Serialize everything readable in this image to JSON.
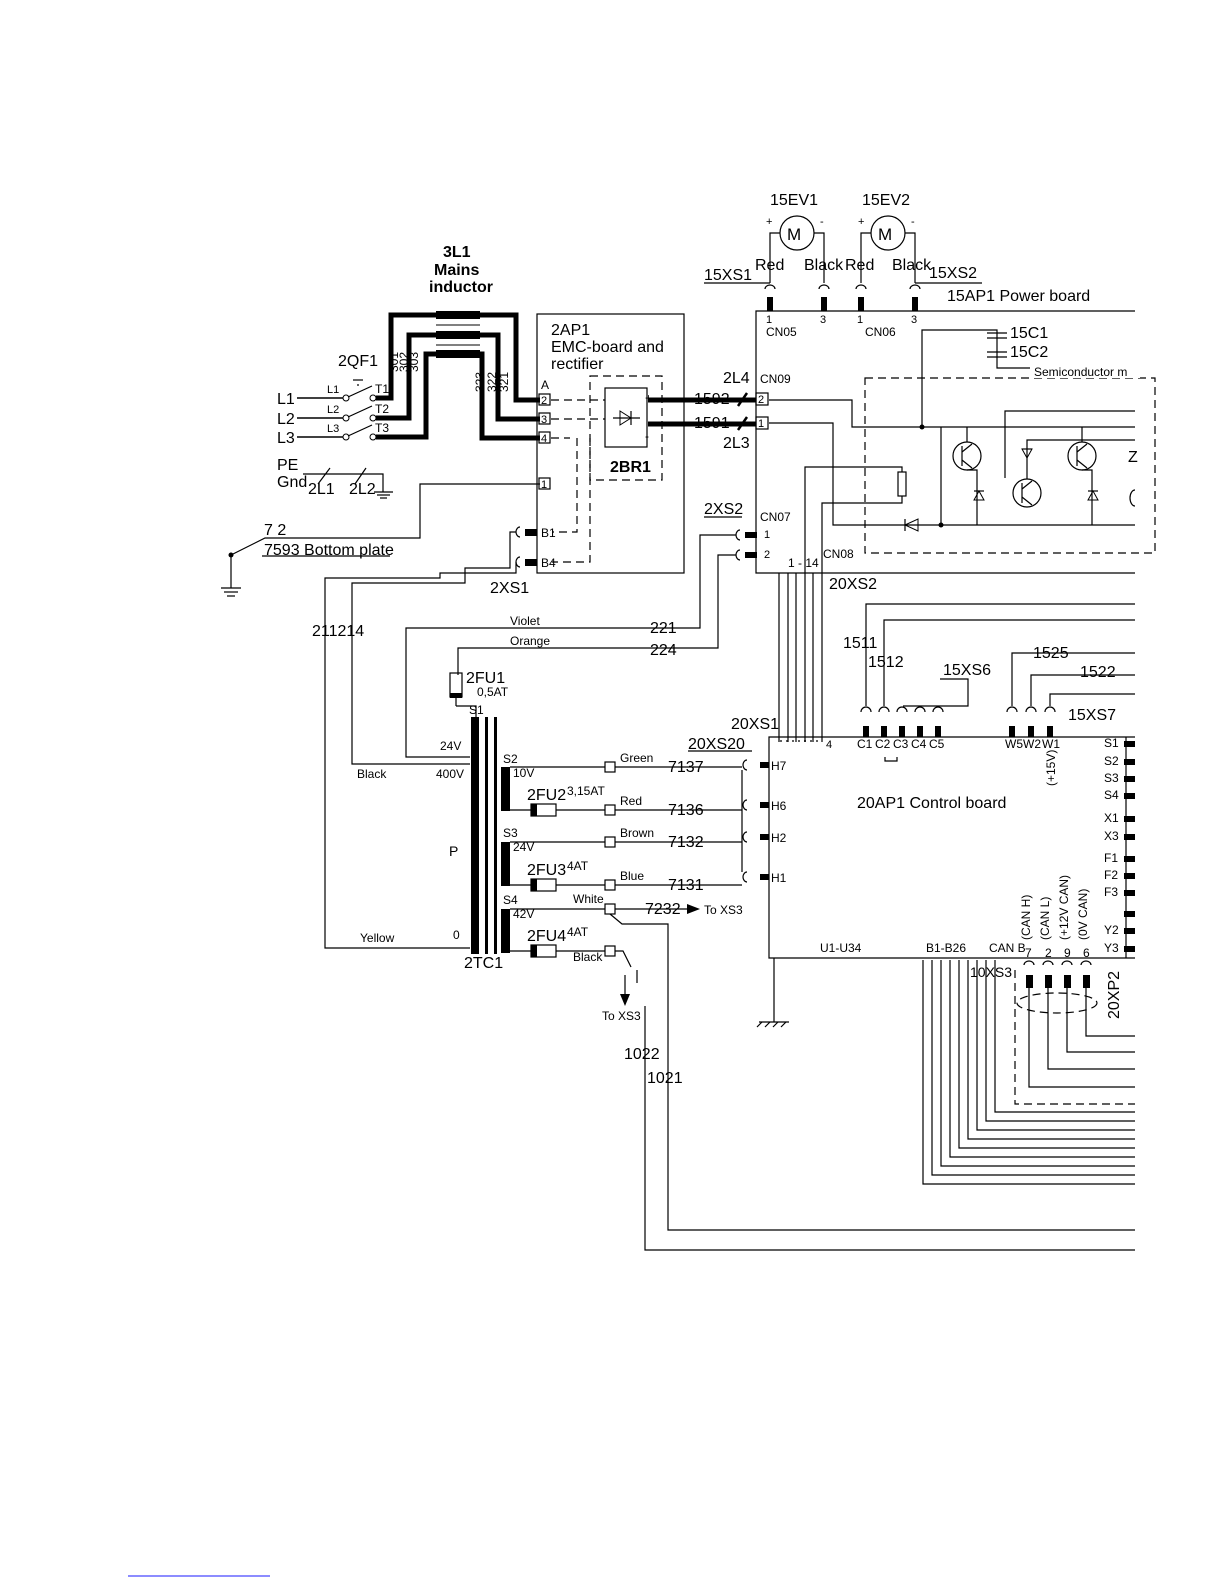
{
  "inductor": {
    "ref": "3L1",
    "line1": "Mains",
    "line2": "inductor",
    "wires_in": [
      "301",
      "302",
      "303"
    ],
    "wires_out": [
      "323",
      "322",
      "321"
    ]
  },
  "breaker": {
    "ref": "2QF1",
    "inputs": [
      "L1",
      "L2",
      "L3"
    ],
    "poles_in": [
      "L1",
      "L2",
      "L3"
    ],
    "poles_out": [
      "T1",
      "T2",
      "T3"
    ]
  },
  "ground": {
    "pe": "PE",
    "gnd": "Gnd",
    "refs": [
      "2L1",
      "2L2"
    ],
    "bottom_ref": "7  2",
    "bottom_plate": "7593 Bottom plate"
  },
  "emc_board": {
    "ref": "2AP1",
    "line1": "EMC-board and",
    "line2": "rectifier",
    "pins": [
      "A",
      "2",
      "3",
      "4",
      "1",
      "B1",
      "B4"
    ],
    "rectifier": "2BR1",
    "plus": "+",
    "minus": "-"
  },
  "xs1": {
    "ref": "2XS1",
    "wires": "211214"
  },
  "dc_link": {
    "l4": "2L4",
    "l3": "2L3",
    "w1592": "1592",
    "w1591": "1591"
  },
  "fans": [
    {
      "ref": "15EV1",
      "plus_wire": "Red",
      "minus_wire": "Black",
      "plus": "+",
      "minus": "-"
    },
    {
      "ref": "15EV2",
      "plus_wire": "Red",
      "minus_wire": "Black",
      "plus": "+",
      "minus": "-"
    }
  ],
  "fan_connectors": {
    "xs1": "15XS1",
    "xs2": "15XS2",
    "cn05": "CN05",
    "cn06": "CN06",
    "pin1": "1",
    "pin3": "3"
  },
  "power_board": {
    "title": "15AP1 Power board",
    "c1": "15C1",
    "c2": "15C2",
    "module": "Semiconductor m",
    "cn09": "CN09",
    "cn07": "CN07",
    "cn08": "CN08",
    "cn08_range": "1 - 14",
    "pin2": "2",
    "pin1": "1"
  },
  "xs2": {
    "ref": "2XS2"
  },
  "control_board": {
    "title": "20AP1 Control board",
    "xs1": "20XS1",
    "xs20": "20XS20",
    "xs2": "20XS2",
    "xs1_pin": "4",
    "h_pins": [
      "H7",
      "H6",
      "H2",
      "H1"
    ],
    "c_pins": [
      "C1",
      "C2",
      "C3",
      "C4",
      "C5"
    ],
    "w_pins": [
      "W5",
      "W2",
      "W1"
    ],
    "plus15": "(+15V)",
    "right_pins": [
      "S1",
      "S2",
      "S3",
      "S4",
      "X1",
      "X3",
      "F1",
      "F2",
      "F3",
      "Y2",
      "Y3"
    ],
    "bottom_u": "U1-U34",
    "bottom_b": "B1-B26",
    "can_b": "CAN B",
    "can_pins": [
      "7",
      "2",
      "9",
      "6"
    ],
    "can_labels": [
      "(CAN H)",
      "(CAN L)",
      "(+12V CAN)",
      "(0V CAN)"
    ],
    "xs3": "10XS3",
    "xp2": "20XP2"
  },
  "sensor_wires": {
    "w1511": "1511",
    "w1512": "1512",
    "xs6": "15XS6",
    "w1525": "1525",
    "w1522": "1522",
    "xs7": "15XS7"
  },
  "supply_wires": {
    "violet": "Violet",
    "w221": "221",
    "orange": "Orange",
    "w224": "224"
  },
  "fuses": {
    "fu1": "2FU1",
    "fu1_rating": "0,5AT",
    "fu2": "2FU2",
    "fu2_rating": "3,15AT",
    "fu3": "2FU3",
    "fu3_rating": "4AT",
    "fu4": "2FU4",
    "fu4_rating": "4AT"
  },
  "transformer": {
    "ref": "2TC1",
    "primary": "P",
    "s1": "S1",
    "v24a": "24V",
    "v400": "400V",
    "v0": "0",
    "black": "Black",
    "yellow": "Yellow",
    "secondaries": [
      {
        "name": "S2",
        "volt": "10V"
      },
      {
        "name": "S3",
        "volt": "24V"
      },
      {
        "name": "S4",
        "volt": "42V"
      }
    ]
  },
  "outputs": [
    {
      "color": "Green",
      "wire": "7137"
    },
    {
      "color": "Red",
      "wire": "7136"
    },
    {
      "color": "Brown",
      "wire": "7132"
    },
    {
      "color": "Blue",
      "wire": "7131"
    },
    {
      "color": "White",
      "wire": "7232"
    },
    {
      "color": "Black",
      "wire": ""
    }
  ],
  "to_xs3": "To XS3",
  "bottom_wires": {
    "w1022": "1022",
    "w1021": "1021"
  }
}
